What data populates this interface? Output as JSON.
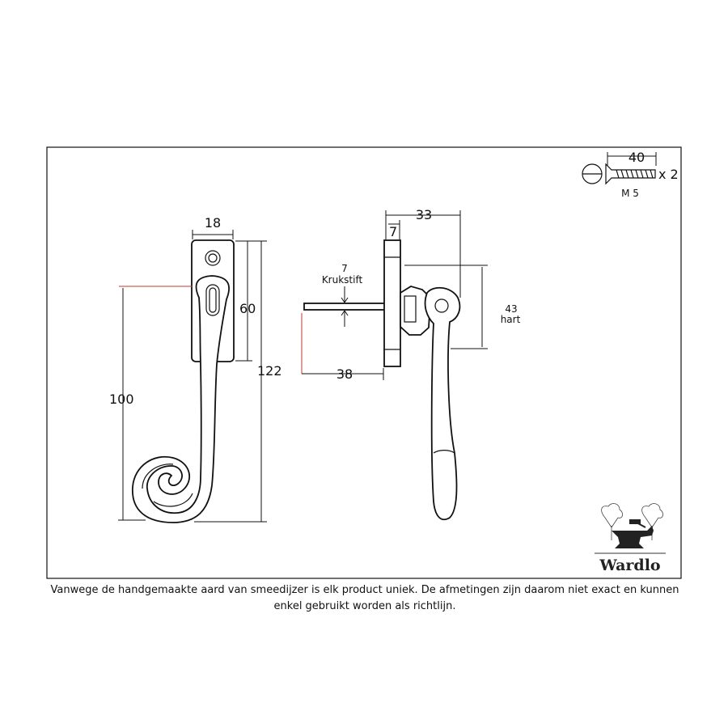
{
  "dimensions": {
    "width_top": "18",
    "height_60": "60",
    "height_122": "122",
    "height_100": "100",
    "width_33": "33",
    "width_7": "7",
    "spindle_7": "7",
    "spindle_label": "Krukstift",
    "spindle_length": "38",
    "hart_value": "43",
    "hart_label": "hart",
    "screw_length": "40",
    "screw_count": "x 2",
    "screw_size": "M 5"
  },
  "logo": {
    "name": "Wardlo"
  },
  "disclaimer": "Vanwege de handgemaakte aard van smeedijzer is elk product uniek. De afmetingen zijn daarom niet exact en kunnen enkel gebruikt worden als richtlijn."
}
